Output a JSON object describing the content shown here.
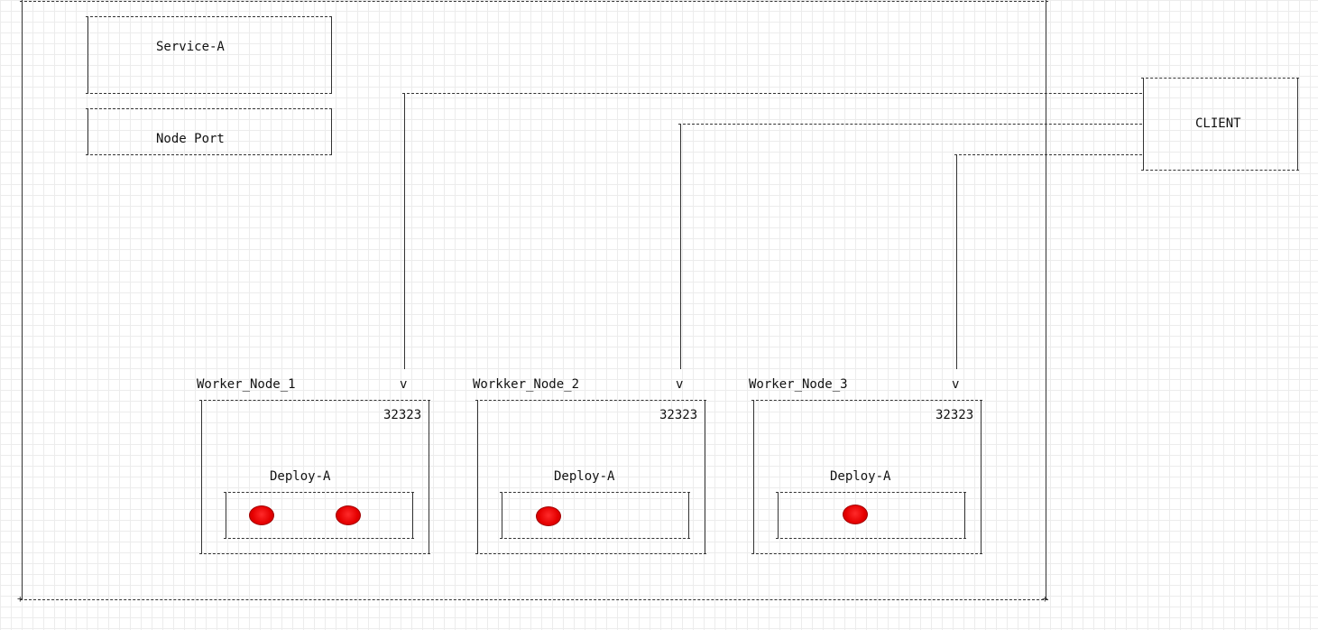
{
  "service": {
    "label": "Service-A"
  },
  "nodeport": {
    "label": "Node Port"
  },
  "client": {
    "label": "CLIENT"
  },
  "workers": [
    {
      "name": "Worker_Node_1",
      "port": "32323",
      "deploy": "Deploy-A",
      "pod_count": 2
    },
    {
      "name": "Workker_Node_2",
      "port": "32323",
      "deploy": "Deploy-A",
      "pod_count": 1
    },
    {
      "name": "Worker_Node_3",
      "port": "32323",
      "deploy": "Deploy-A",
      "pod_count": 1
    }
  ],
  "arrow_glyph": "v",
  "colors": {
    "pod": "#e50000",
    "line": "#333333",
    "grid": "#ececec"
  }
}
